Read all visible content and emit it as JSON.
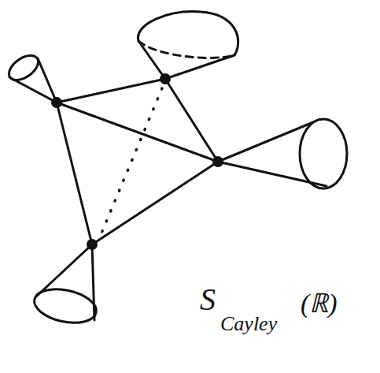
{
  "diagram": {
    "labels": [
      "S",
      "Cayley",
      "(ℝ)"
    ]
  }
}
